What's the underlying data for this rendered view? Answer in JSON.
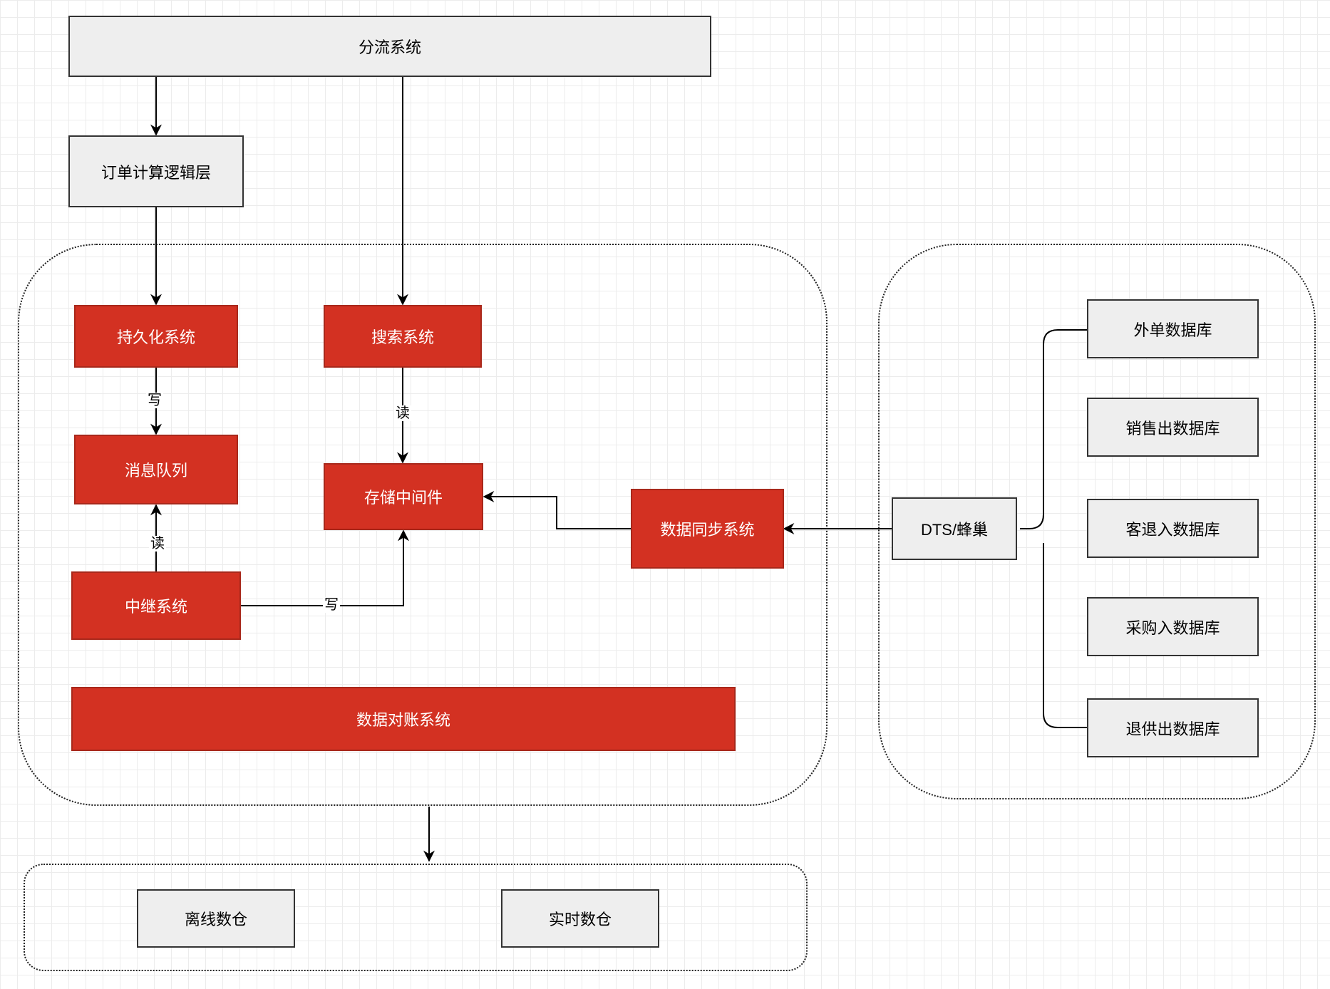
{
  "nodes": {
    "distribution_system": "分流系统",
    "order_calc_layer": "订单计算逻辑层",
    "persistence_system": "持久化系统",
    "search_system": "搜索系统",
    "message_queue": "消息队列",
    "storage_middleware": "存储中间件",
    "relay_system": "中继系统",
    "data_sync_system": "数据同步系统",
    "reconciliation_system": "数据对账系统",
    "dts": "DTS/蜂巢",
    "db_outer_order": "外单数据库",
    "db_sales_out": "销售出数据库",
    "db_customer_return_in": "客退入数据库",
    "db_purchase_in": "采购入数据库",
    "db_supplier_return_out": "退供出数据库",
    "offline_warehouse": "离线数仓",
    "realtime_warehouse": "实时数仓"
  },
  "edge_labels": {
    "persist_to_queue": "写",
    "search_to_storage": "读",
    "relay_to_queue": "读",
    "relay_to_storage": "写"
  },
  "colors": {
    "red_node": "#d33122",
    "gray_node": "#eeeeee",
    "line": "#000000"
  }
}
